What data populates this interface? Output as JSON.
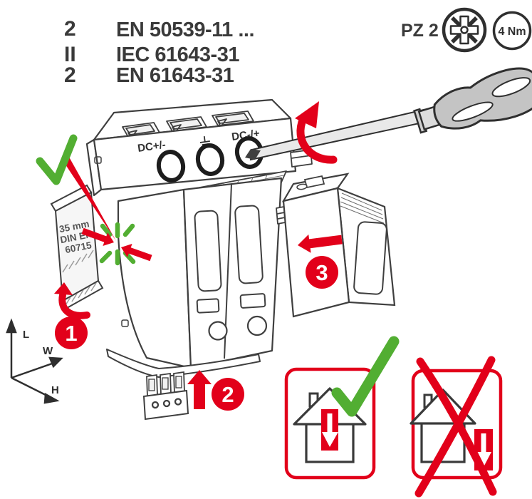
{
  "illustration": {
    "standards": {
      "rows": [
        {
          "type_class": "2",
          "standard": "EN 50539-11 ..."
        },
        {
          "type_class": "II",
          "standard": "IEC 61643-31"
        },
        {
          "type_class": "2",
          "standard": "EN 61643-31"
        }
      ]
    },
    "tooling": {
      "bit": "PZ 2",
      "torque": "4 Nm"
    },
    "terminals": {
      "left": "DC+/-",
      "right": "DC-/+"
    },
    "din_rail_label": {
      "line1": "35 mm",
      "line2": "DIN EN",
      "line3": "60715"
    },
    "steps": {
      "step1": "1",
      "step2": "2",
      "step3": "3"
    },
    "axes": {
      "length": "L",
      "width": "W",
      "height": "H"
    },
    "icons": {
      "bit": "pozidriv-bit-icon",
      "torque": "torque-badge-icon",
      "ground": "ground-symbol-icon",
      "snap": "snap-click-icon",
      "ok": "check-icon",
      "forbidden": "cross-icon",
      "indoor": "indoor-installation-allowed-icon",
      "outdoor": "outdoor-installation-forbidden-icon"
    },
    "colors": {
      "accent_red": "#e2001a",
      "success_green": "#52ae32",
      "line_gray": "#3f3f3f"
    }
  }
}
